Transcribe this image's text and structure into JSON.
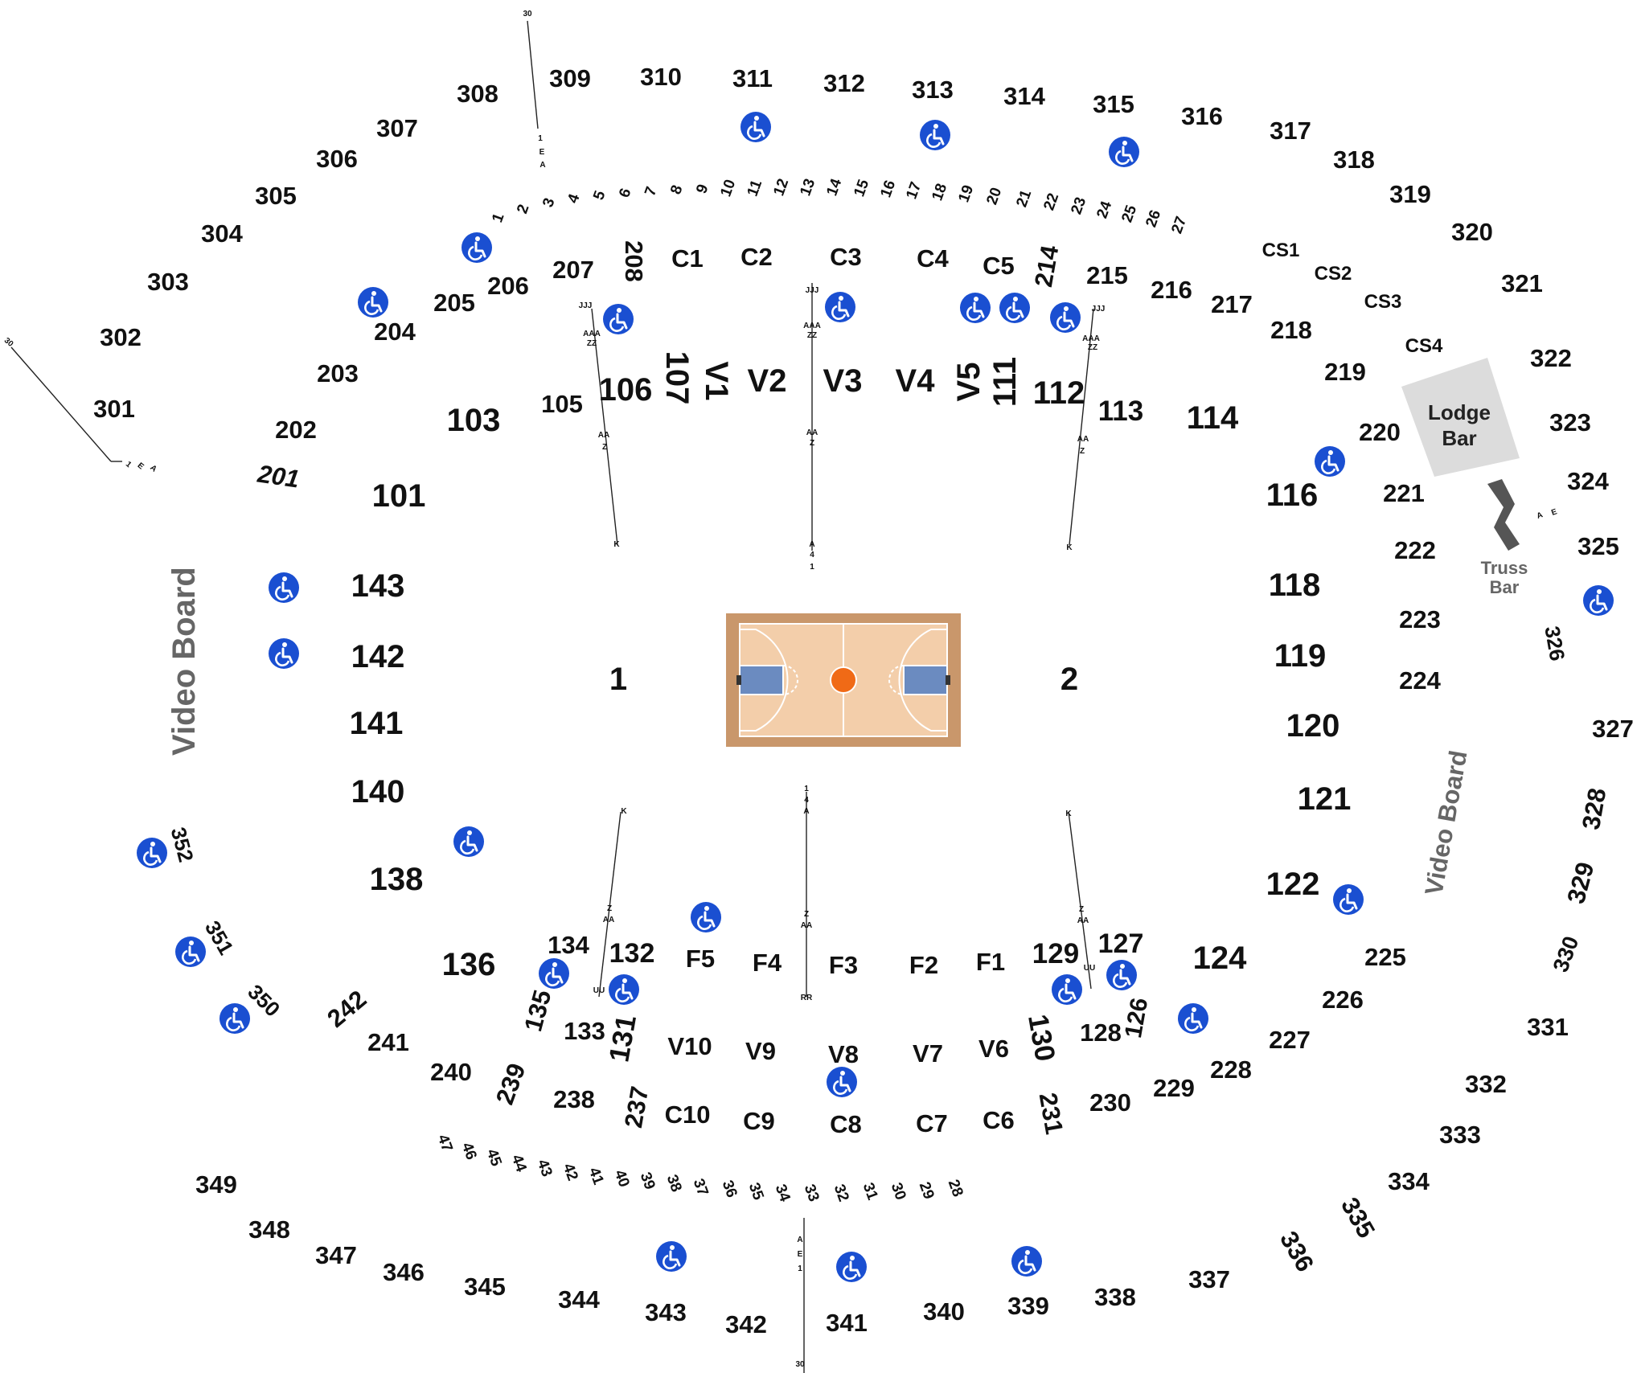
{
  "venue": {
    "video_board_left": "Video Board",
    "video_board_right": "Video Board",
    "lodge_bar": [
      "Lodge",
      "Bar"
    ],
    "truss_bar": [
      "Truss",
      "Bar"
    ],
    "end_labels": [
      "1",
      "2"
    ]
  },
  "colors": {
    "accessible": "#1a4fd1",
    "court_wood": "#f3ceaa",
    "court_border": "#c9976b",
    "court_paint": "#6b8bc0",
    "ball": "#f06a16",
    "lodge_bar": "#dcdcdc",
    "truss_bar": "#555555"
  },
  "sections_300": [
    "301",
    "302",
    "303",
    "304",
    "305",
    "306",
    "307",
    "308",
    "309",
    "310",
    "311",
    "312",
    "313",
    "314",
    "315",
    "316",
    "317",
    "318",
    "319",
    "320",
    "321",
    "322",
    "323",
    "324",
    "325",
    "326",
    "327",
    "328",
    "329",
    "330",
    "331",
    "332",
    "333",
    "334",
    "335",
    "336",
    "337",
    "338",
    "339",
    "340",
    "341",
    "342",
    "343",
    "344",
    "345",
    "346",
    "347",
    "348",
    "349",
    "350",
    "351",
    "352"
  ],
  "sections_200": [
    "201",
    "202",
    "203",
    "204",
    "205",
    "206",
    "207",
    "208",
    "214",
    "215",
    "216",
    "217",
    "218",
    "219",
    "220",
    "221",
    "222",
    "223",
    "224",
    "225",
    "226",
    "227",
    "228",
    "229",
    "230",
    "231",
    "237",
    "238",
    "239",
    "240",
    "241",
    "242"
  ],
  "sections_100": [
    "101",
    "103",
    "105",
    "106",
    "107",
    "111",
    "112",
    "113",
    "114",
    "116",
    "118",
    "119",
    "120",
    "121",
    "122",
    "124",
    "127",
    "129",
    "126",
    "128",
    "130",
    "132",
    "134",
    "133",
    "131",
    "135",
    "136",
    "138",
    "140",
    "141",
    "142",
    "143"
  ],
  "suites": [
    "C1",
    "C2",
    "C3",
    "C4",
    "C5",
    "CS1",
    "CS2",
    "CS3",
    "CS4",
    "C10",
    "C9",
    "C8",
    "C7",
    "C6",
    "V1",
    "V2",
    "V3",
    "V4",
    "V5",
    "V10",
    "V9",
    "V8",
    "V7",
    "V6",
    "F5",
    "F4",
    "F3",
    "F2",
    "F1"
  ],
  "suite_rows_top": [
    "1",
    "2",
    "3",
    "4",
    "5",
    "6",
    "7",
    "8",
    "9",
    "10",
    "11",
    "12",
    "13",
    "14",
    "15",
    "16",
    "17",
    "18",
    "19",
    "20",
    "21",
    "22",
    "23",
    "24",
    "25",
    "26",
    "27"
  ],
  "suite_rows_bottom": [
    "47",
    "46",
    "45",
    "44",
    "43",
    "42",
    "41",
    "40",
    "39",
    "38",
    "37",
    "36",
    "35",
    "34",
    "33",
    "32",
    "31",
    "30",
    "29",
    "28"
  ],
  "row_markers": {
    "top_left": [
      "JJJ",
      "AAA",
      "ZZ",
      "AA",
      "Z",
      "K"
    ],
    "top_center": [
      "JJJ",
      "AAA",
      "ZZ",
      "AA",
      "Z",
      "A",
      "4",
      "1"
    ],
    "top_right": [
      "JJJ",
      "AAA",
      "ZZ",
      "AA",
      "Z",
      "K"
    ],
    "bottom_left": [
      "K",
      "Z",
      "AA",
      "UU"
    ],
    "bottom_center": [
      "1",
      "4",
      "A",
      "Z",
      "AA",
      "RR"
    ],
    "bottom_right": [
      "K",
      "Z",
      "AA",
      "UU"
    ],
    "upper_top": [
      "30",
      "1",
      "E",
      "A"
    ],
    "upper_left": [
      "30",
      "1",
      "E",
      "A"
    ],
    "upper_bottom": [
      "A",
      "E",
      "1",
      "30"
    ],
    "upper_right": [
      "A",
      "E"
    ]
  }
}
